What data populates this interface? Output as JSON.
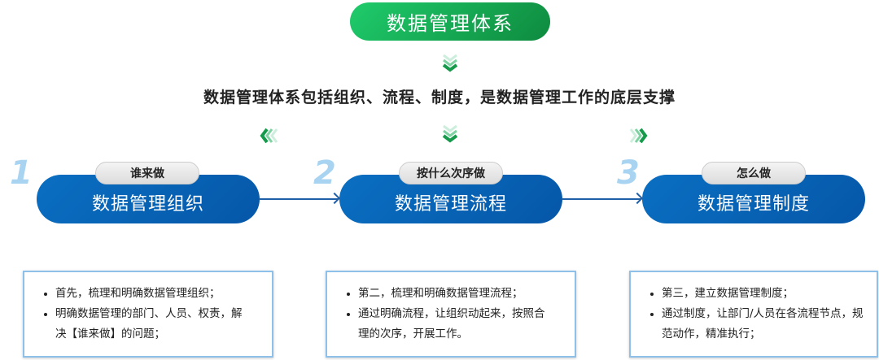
{
  "title": "数据管理体系",
  "subtitle": "数据管理体系包括组织、流程、制度，是数据管理工作的底层支撑",
  "colors": {
    "green": "#1fcc6c",
    "blue": "#0a6fc2",
    "number": "#a8d4f2",
    "border": "#8ec0ea"
  },
  "steps": [
    {
      "number": "1",
      "tag": "谁来做",
      "label": "数据管理组织",
      "bullets": [
        "首先，梳理和明确数据管理组织；",
        "明确数据管理的部门、人员、权责，解决【谁来做】的问题；"
      ]
    },
    {
      "number": "2",
      "tag": "按什么次序做",
      "label": "数据管理流程",
      "bullets": [
        "第二，梳理和明确数据管理流程；",
        "通过明确流程，让组织动起来，按照合理的次序，开展工作。"
      ]
    },
    {
      "number": "3",
      "tag": "怎么做",
      "label": "数据管理制度",
      "bullets": [
        "第三，建立数据管理制度；",
        "通过制度，让部门/人员在各流程节点，规范动作，精准执行；"
      ]
    }
  ]
}
